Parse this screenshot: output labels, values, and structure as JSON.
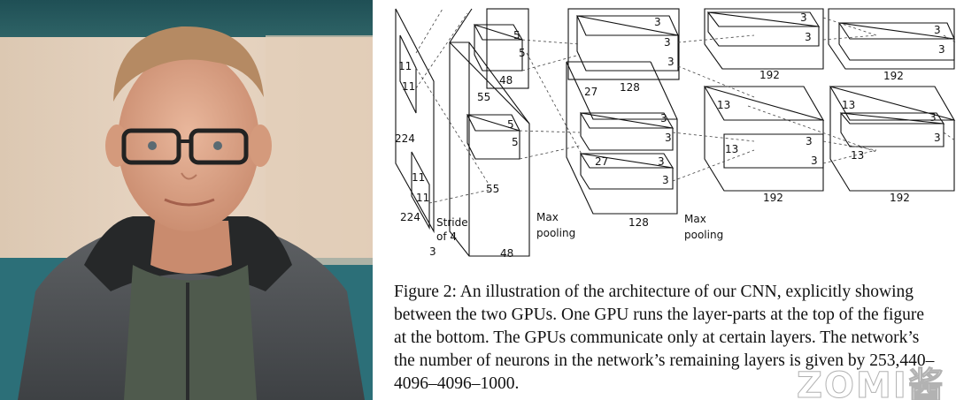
{
  "photo": {
    "subject": "portrait-photo"
  },
  "figure": {
    "labels": {
      "in_11a": "11",
      "in_11b": "11",
      "in_224a": "224",
      "in_11c": "11",
      "in_11d": "11",
      "in_224b": "224",
      "in_3": "3",
      "stride1": "Stride",
      "stride2": "of 4",
      "c1_5a": "5",
      "c1_5b": "5",
      "c1_48a": "48",
      "c1_55a": "55",
      "c1_5c": "5",
      "c1_5d": "5",
      "c1_55b": "55",
      "c1_48b": "48",
      "maxpool1a": "Max",
      "maxpool1b": "pooling",
      "c2_3a": "3",
      "c2_3b": "3",
      "c2_3c": "3",
      "c2_27a": "27",
      "c2_128a": "128",
      "c2_3d": "3",
      "c2_3e": "3",
      "c2_27b": "27",
      "c2_3f": "3",
      "c2_3g": "3",
      "c2_128b": "128",
      "maxpool2a": "Max",
      "maxpool2b": "pooling",
      "c3_3a": "3",
      "c3_3b": "3",
      "c3_192a": "192",
      "c3_13a": "13",
      "c3_13b": "13",
      "c3_3c": "3",
      "c3_3d": "3",
      "c3_192b": "192",
      "c4_3a": "3",
      "c4_3b": "3",
      "c4_192a": "192",
      "c4_13a": "13",
      "c4_3c": "3",
      "c4_3d": "3",
      "c4_13b": "13",
      "c4_192b": "192"
    }
  },
  "caption": {
    "lines": [
      "Figure 2: An illustration of the architecture of our CNN, explicitly showing",
      "between the two GPUs. One GPU runs the layer-parts at the top of the figure",
      "at the bottom. The GPUs communicate only at certain layers. The network’s",
      "the number of neurons in the network’s remaining layers is given by 253,440–",
      "4096–4096–1000."
    ]
  },
  "watermark": {
    "text": "ZOMI酱"
  }
}
